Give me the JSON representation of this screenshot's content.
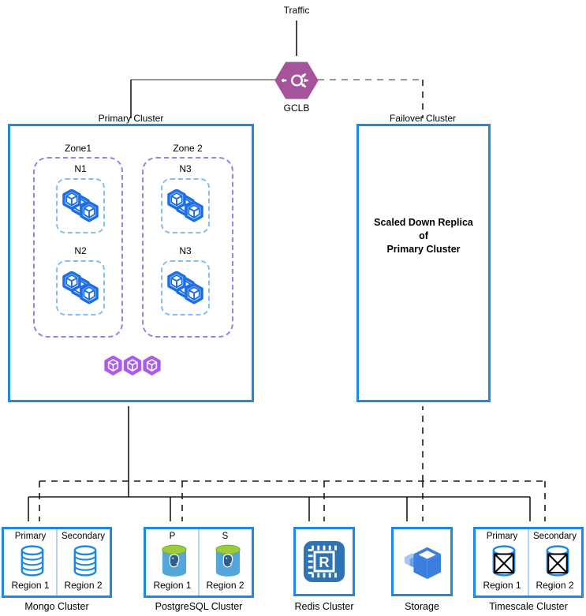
{
  "labels": {
    "traffic": "Traffic",
    "gclb": "GCLB",
    "primary_cluster": "Primary Cluster",
    "failover_cluster": "Failover Cluster"
  },
  "primary": {
    "zones": [
      {
        "label": "Zone1",
        "nodes": [
          {
            "label": "N1"
          },
          {
            "label": "N2"
          }
        ]
      },
      {
        "label": "Zone 2",
        "nodes": [
          {
            "label": "N3"
          },
          {
            "label": "N3"
          }
        ]
      }
    ]
  },
  "failover": {
    "line1": "Scaled Down Replica",
    "line2": "of",
    "line3": "Primary Cluster"
  },
  "datastores": {
    "mongo": {
      "name": "Mongo Cluster",
      "left_role": "Primary",
      "right_role": "Secondary",
      "left_region": "Region 1",
      "right_region": "Region 2"
    },
    "postgres": {
      "name": "PostgreSQL Cluster",
      "left_role": "P",
      "right_role": "S",
      "left_region": "Region 1",
      "right_region": "Region 2"
    },
    "redis": {
      "name": "Redis Cluster",
      "icon_letter": "R"
    },
    "storage": {
      "name": "Storage"
    },
    "timescale": {
      "name": "Timescale Cluster",
      "left_role": "Primary",
      "right_role": "Secondary",
      "left_region": "Region 1",
      "right_region": "Region 2"
    }
  },
  "connections": [
    {
      "from": "Traffic",
      "to": "GCLB",
      "style": "solid"
    },
    {
      "from": "GCLB",
      "to": "Primary Cluster",
      "style": "solid"
    },
    {
      "from": "GCLB",
      "to": "Failover Cluster",
      "style": "dashed"
    },
    {
      "from": "datastore bus",
      "to": "Primary Cluster",
      "style": "solid-arrow-up"
    },
    {
      "from": "datastore bus",
      "to": "Failover Cluster",
      "style": "dashed-arrow-up"
    },
    {
      "from": "Primary Cluster bus",
      "to": [
        "Mongo Cluster",
        "PostgreSQL Cluster",
        "Redis Cluster",
        "Storage",
        "Timescale Cluster"
      ],
      "style": "solid"
    },
    {
      "from": "Failover Cluster bus",
      "to": [
        "Mongo Cluster",
        "PostgreSQL Cluster",
        "Redis Cluster",
        "Storage",
        "Timescale Cluster"
      ],
      "style": "dashed"
    },
    {
      "from": "Primary",
      "to": "Secondary",
      "within": "Mongo Cluster",
      "style": "solid"
    },
    {
      "from": "P",
      "to": "S",
      "within": "PostgreSQL Cluster",
      "style": "solid"
    },
    {
      "from": "Primary",
      "to": "Secondary",
      "within": "Timescale Cluster",
      "style": "solid"
    }
  ],
  "colors": {
    "cluster_border": "#1E88E5",
    "zone_dashed": "#8E86E6",
    "node_dashed": "#82BEF5",
    "workload_blue": "#1B6EE8",
    "pod_purple": "#AB5CEC",
    "gclb_purple": "#A5549C",
    "postgres_green": "#9CCB3B",
    "postgres_body": "#54A5DA",
    "redis_blue": "#2E73B5",
    "storage_blue": "#3B7EDC",
    "divider_blue": "#AED6F7"
  }
}
